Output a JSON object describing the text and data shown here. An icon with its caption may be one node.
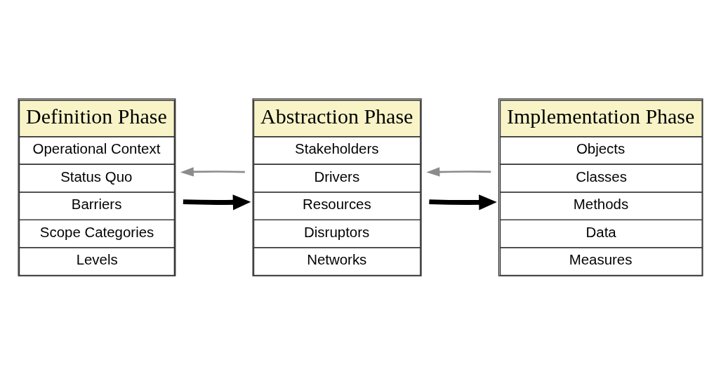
{
  "diagram": {
    "nodes": [
      {
        "text": [
          "Definition Phase",
          "Operational Context",
          "Status Quo",
          "Barriers",
          "Scope Categories",
          "Levels"
        ]
      },
      {
        "text": [
          "Abstraction Phase",
          "Stakeholders",
          "Drivers",
          "Resources",
          "Disruptors",
          "Networks"
        ]
      },
      {
        "text": [
          "Implementation Phase",
          "Objects",
          "Classes",
          "Methods",
          "Data",
          "Measures"
        ]
      }
    ],
    "edges": [
      {
        "from": 0,
        "to": 1,
        "arrow": "to",
        "style": "thick"
      },
      {
        "from": 1,
        "to": 2,
        "arrow": "to",
        "style": "thick"
      },
      {
        "from": 1,
        "to": 0,
        "arrow": "to",
        "color": "#8c8c8c"
      },
      {
        "from": 2,
        "to": 1,
        "arrow": "to",
        "color": "#8c8c8c"
      }
    ]
  }
}
